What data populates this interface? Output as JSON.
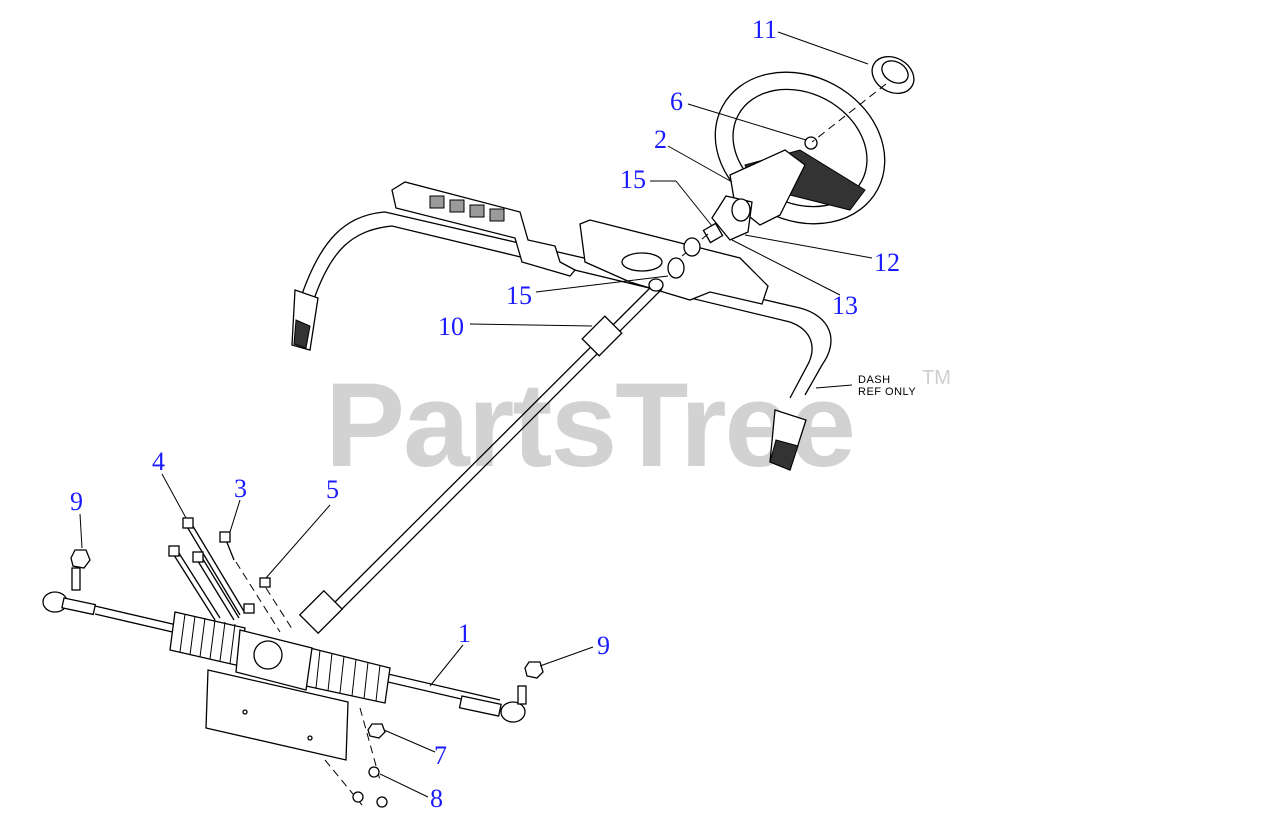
{
  "watermark": {
    "text": "PartsTree",
    "trademark": "TM"
  },
  "dash_note": {
    "line1": "DASH",
    "line2": "REF ONLY"
  },
  "callouts": {
    "c1": "1",
    "c2": "2",
    "c3": "3",
    "c4": "4",
    "c5": "5",
    "c6": "6",
    "c7": "7",
    "c8": "8",
    "c9a": "9",
    "c9b": "9",
    "c10": "10",
    "c11": "11",
    "c12": "12",
    "c13": "13",
    "c15a": "15",
    "c15b": "15"
  },
  "colors": {
    "callout": "#1a1aff",
    "watermark": "#d2d2d2",
    "line": "#000000"
  }
}
